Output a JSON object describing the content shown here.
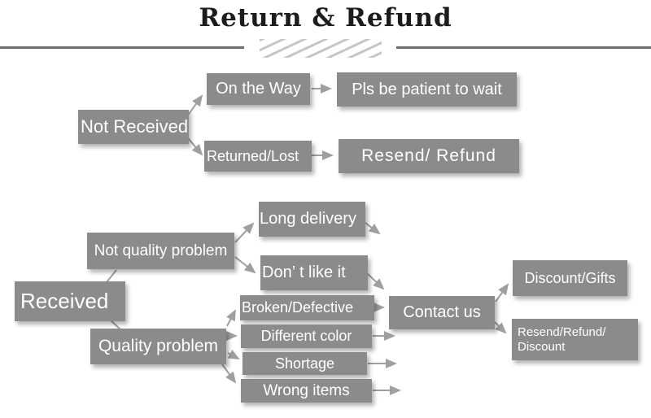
{
  "title": "Return & Refund",
  "colors": {
    "box_fill": "#8b8b8b",
    "box_text": "#ffffff",
    "arrow": "#9f9f9f",
    "title_text": "#1c1c1c",
    "rule": "#6e6e6e",
    "hatch": "#c6c6c6"
  },
  "nodes": {
    "not_received": "Not Received",
    "on_the_way": "On the Way",
    "pls_wait": "Pls be patient to wait",
    "returned_lost": "Returned/Lost",
    "resend_refund": "Resend/ Refund",
    "received": "Received",
    "not_quality_problem": "Not quality problem",
    "long_delivery": "Long delivery",
    "dont_like_it": "Don’ t like it",
    "quality_problem": "Quality problem",
    "broken_defective": "Broken/Defective",
    "different_color": "Different color",
    "shortage": "Shortage",
    "wrong_items": "Wrong items",
    "contact_us": "Contact us",
    "discount_gifts": "Discount/Gifts",
    "resend_refund_discount_line1": "Resend/Refund/",
    "resend_refund_discount_line2": "Discount"
  },
  "edges": [
    {
      "from": "Not Received",
      "to": "On the Way"
    },
    {
      "from": "Not Received",
      "to": "Returned/Lost"
    },
    {
      "from": "On the Way",
      "to": "Pls be patient to wait"
    },
    {
      "from": "Returned/Lost",
      "to": "Resend/ Refund"
    },
    {
      "from": "Received",
      "to": "Not quality problem"
    },
    {
      "from": "Received",
      "to": "Quality problem"
    },
    {
      "from": "Not quality problem",
      "to": "Long delivery"
    },
    {
      "from": "Not quality problem",
      "to": "Don’ t like it"
    },
    {
      "from": "Long delivery",
      "to": "Contact us"
    },
    {
      "from": "Don’ t like it",
      "to": "Contact us"
    },
    {
      "from": "Quality problem",
      "to": "Broken/Defective"
    },
    {
      "from": "Quality problem",
      "to": "Different color"
    },
    {
      "from": "Quality problem",
      "to": "Shortage"
    },
    {
      "from": "Quality problem",
      "to": "Wrong items"
    },
    {
      "from": "Broken/Defective",
      "to": "Contact us"
    },
    {
      "from": "Different color",
      "to": "Contact us"
    },
    {
      "from": "Shortage",
      "to": "Contact us"
    },
    {
      "from": "Wrong items",
      "to": "Contact us"
    },
    {
      "from": "Contact us",
      "to": "Discount/Gifts"
    },
    {
      "from": "Contact us",
      "to": "Resend/Refund/Discount"
    }
  ]
}
